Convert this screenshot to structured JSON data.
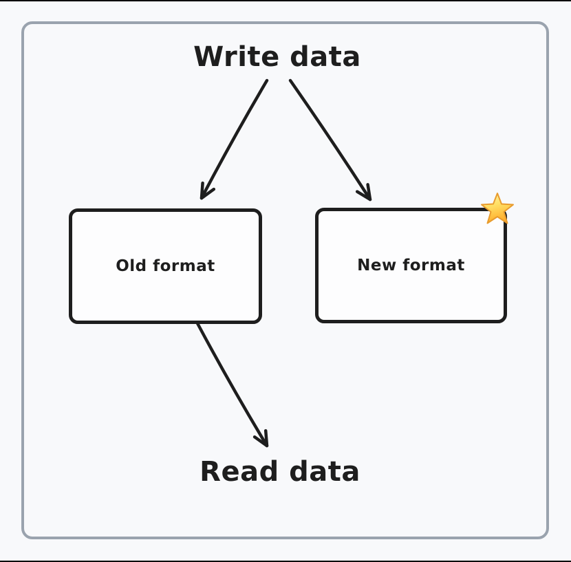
{
  "diagram": {
    "top_label": "Write data",
    "bottom_label": "Read data",
    "nodes": [
      {
        "label": "Old format"
      },
      {
        "label": "New format",
        "badge": "star-icon"
      }
    ],
    "arrows": [
      {
        "from": "Write data",
        "to": "Old format"
      },
      {
        "from": "Write data",
        "to": "New format"
      },
      {
        "from": "Old format",
        "to": "Read data"
      }
    ],
    "colors": {
      "stroke": "#1e1e1e",
      "frame_border": "#9aa3ae",
      "background": "#f8f9fb",
      "node_fill": "#fdfdfe",
      "star_gold_light": "#ffe066",
      "star_gold_dark": "#ffae2b",
      "star_outline": "#e89b2d"
    }
  }
}
